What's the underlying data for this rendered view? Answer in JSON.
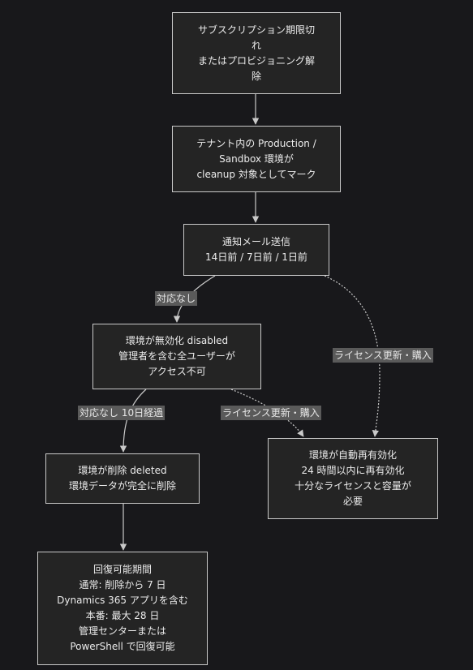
{
  "nodes": {
    "n1": [
      "サブスクリプション期限切",
      "れ",
      "またはプロビジョニング解",
      "除"
    ],
    "n2": [
      "テナント内の Production /",
      "Sandbox 環境が",
      "cleanup 対象としてマーク"
    ],
    "n3": [
      "通知メール送信",
      "14日前 / 7日前 / 1日前"
    ],
    "n4": [
      "環境が無効化 disabled",
      "管理者を含む全ユーザーが",
      "アクセス不可"
    ],
    "n5": [
      "環境が削除 deleted",
      "環境データが完全に削除"
    ],
    "n6": [
      "環境が自動再有効化",
      "24 時間以内に再有効化",
      "十分なライセンスと容量が",
      "必要"
    ],
    "n7": [
      "回復可能期間",
      "通常: 削除から 7 日",
      "Dynamics 365 アプリを含む",
      "本番: 最大 28 日",
      "管理センターまたは",
      "PowerShell で回復可能"
    ]
  },
  "edges": {
    "n3_n4": "対応なし",
    "n3_n6": "ライセンス更新・購入",
    "n4_n5": "対応なし 10日経過",
    "n4_n6": "ライセンス更新・購入"
  },
  "colors": {
    "background": "#18181b",
    "node_fill": "#242424",
    "node_border": "#c9c9c9",
    "edge": "#c9c9c9",
    "label_bg": "#5a5a5a",
    "text": "#ececec"
  }
}
